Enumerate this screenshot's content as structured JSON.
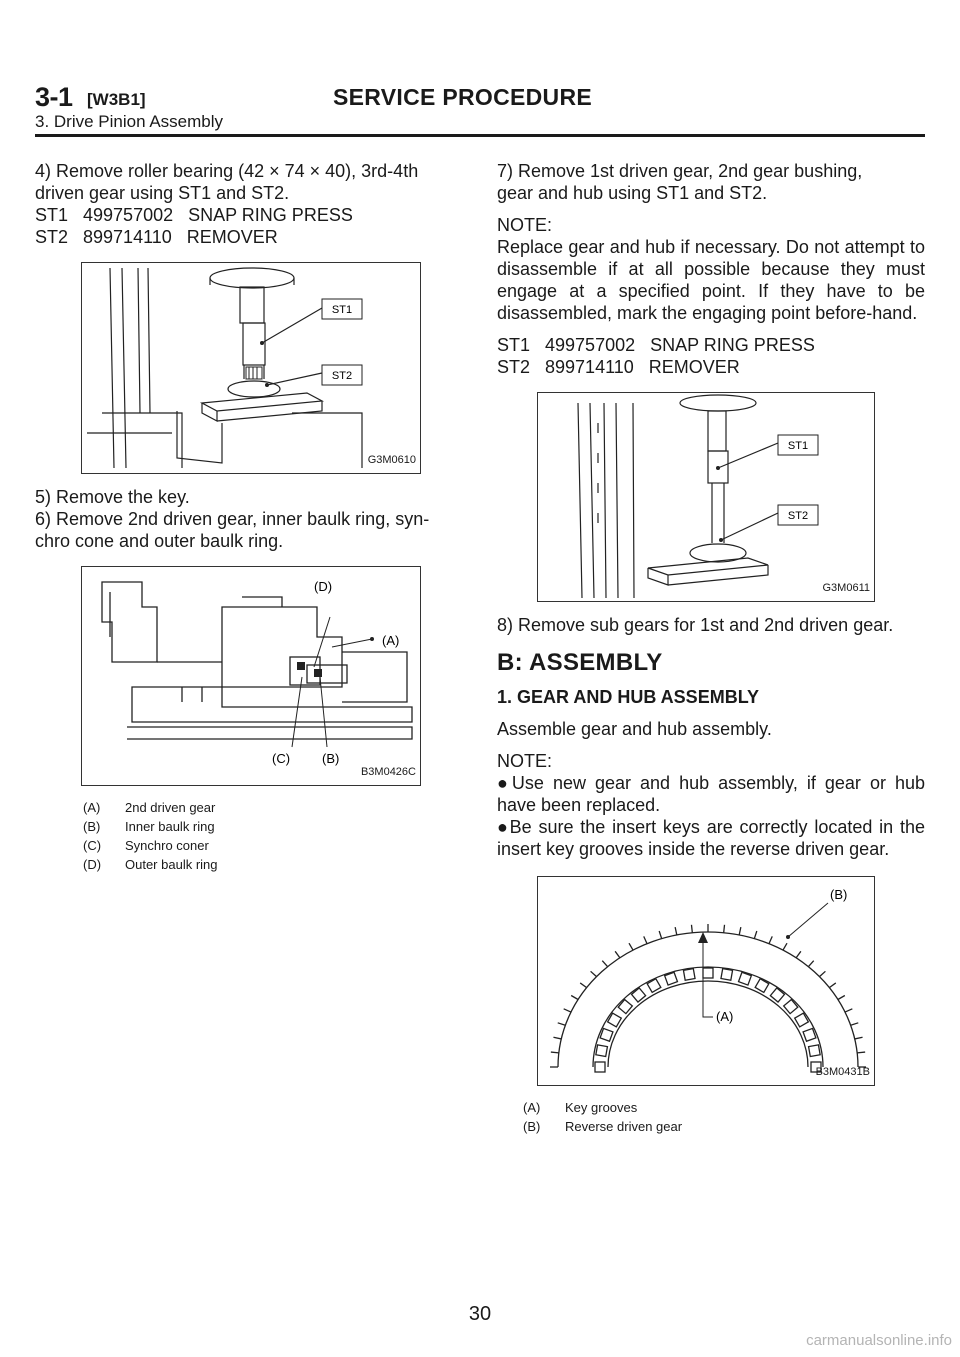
{
  "header": {
    "section_number": "3-1",
    "code": "[W3B1]",
    "title": "SERVICE PROCEDURE",
    "subtitle": "3. Drive Pinion Assembly"
  },
  "left": {
    "step4_line1": "4) Remove roller bearing (42 × 74 × 40), 3rd-4th",
    "step4_line2": "driven gear using ST1 and ST2.",
    "st1": "ST1   499757002   SNAP RING PRESS",
    "st2": "ST2   899714110   REMOVER",
    "fig1": {
      "code": "G3M0610",
      "label_st1": "ST1",
      "label_st2": "ST2"
    },
    "step5": "5) Remove the key.",
    "step6_line1": "6) Remove 2nd driven gear, inner baulk ring, syn-",
    "step6_line2": "chro cone and outer baulk ring.",
    "fig2": {
      "code": "B3M0426C",
      "label_a": "(A)",
      "label_b": "(B)",
      "label_c": "(C)",
      "label_d": "(D)"
    },
    "legend": [
      {
        "key": "(A)",
        "text": "2nd driven gear"
      },
      {
        "key": "(B)",
        "text": "Inner baulk ring"
      },
      {
        "key": "(C)",
        "text": "Synchro coner"
      },
      {
        "key": "(D)",
        "text": "Outer baulk ring"
      }
    ]
  },
  "right": {
    "step7_line1": "7) Remove 1st driven gear, 2nd gear bushing,",
    "step7_line2": "gear and hub using ST1 and ST2.",
    "note_label": "NOTE:",
    "note_text": "Replace gear and hub if necessary. Do not attempt to disassemble if at all possible because they must engage at a specified point. If they have to be disassembled, mark the engaging point before-hand.",
    "st1": "ST1   499757002   SNAP RING PRESS",
    "st2": "ST2   899714110   REMOVER",
    "fig3": {
      "code": "G3M0611",
      "label_st1": "ST1",
      "label_st2": "ST2"
    },
    "step8": "8) Remove sub gears for 1st and 2nd driven gear.",
    "heading": "B: ASSEMBLY",
    "subheading": "1. GEAR AND HUB ASSEMBLY",
    "assemble": "Assemble gear and hub assembly.",
    "note2_label": "NOTE:",
    "bullet1": "Use new gear and hub assembly, if gear or hub have been replaced.",
    "bullet2": "Be sure the insert keys are correctly located in the insert key grooves inside the reverse driven gear.",
    "fig4": {
      "code": "B3M0431B",
      "label_a": "(A)",
      "label_b": "(B)"
    },
    "legend": [
      {
        "key": "(A)",
        "text": "Key grooves"
      },
      {
        "key": "(B)",
        "text": "Reverse driven gear"
      }
    ]
  },
  "footer": {
    "page_number": "30",
    "watermark": "carmanualsonline.info"
  }
}
